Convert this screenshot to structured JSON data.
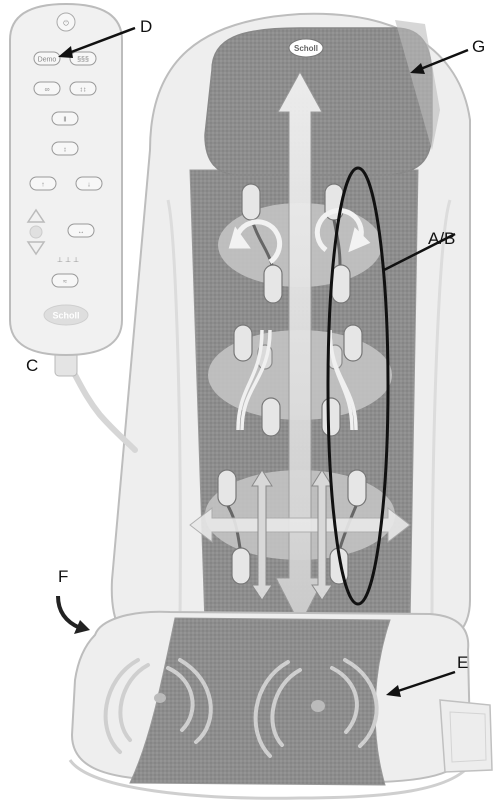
{
  "labels": {
    "a_b": "A/B",
    "c": "C",
    "d": "D",
    "e": "E",
    "f": "F",
    "g": "G"
  },
  "brand": {
    "headrest_logo": "Scholl",
    "remote_logo": "Scholl"
  },
  "remote": {
    "buttons": {
      "power": "⏻",
      "demo": "Demo",
      "heat": "§§§",
      "mode_a": "∞",
      "mode_b": "↕↕",
      "mode_c": "Ⅱ",
      "mode_d": "↕",
      "up": "↑",
      "down": "↓",
      "width": "↔",
      "vibration": "≈"
    },
    "intensity_marks": "⊥ ⊥ ⊥"
  }
}
